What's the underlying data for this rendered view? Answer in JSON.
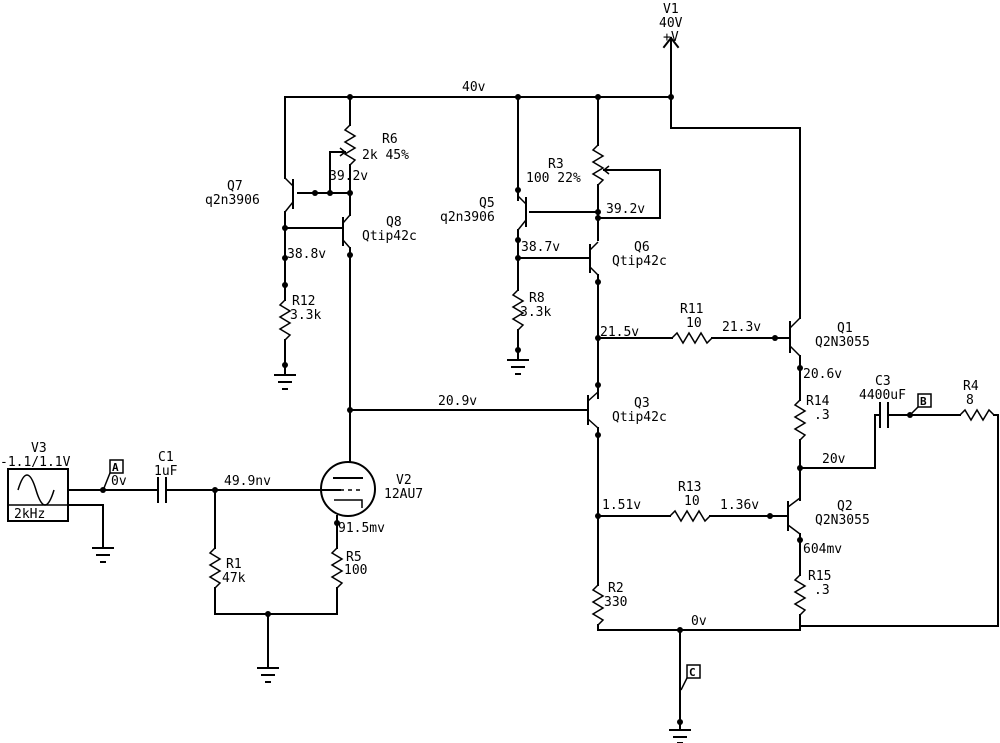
{
  "supply": {
    "name": "V1",
    "value": "40V",
    "sign": "+V"
  },
  "rail_label": "40v",
  "source": {
    "name": "V3",
    "value": "-1.1/1.1V",
    "freq": "2kHz"
  },
  "probes": {
    "a": "A",
    "b": "B",
    "c": "C"
  },
  "voltages": {
    "input": "0v",
    "grid": "49.9nv",
    "q8_base": "39.2v",
    "q7_col": "38.8v",
    "q6_base": "39.2v",
    "q5_col": "38.7v",
    "q3_col": "21.5v",
    "q1_base": "21.3v",
    "q3_base": "20.9v",
    "q1_emit": "20.6v",
    "output": "20v",
    "q3_emit": "1.51v",
    "q2_base": "1.36v",
    "cathode": "91.5mv",
    "q2_emit": "604mv",
    "ground": "0v"
  },
  "components": {
    "c1": {
      "name": "C1",
      "value": "1uF"
    },
    "r1": {
      "name": "R1",
      "value": "47k"
    },
    "r5": {
      "name": "R5",
      "value": "100"
    },
    "v2": {
      "name": "V2",
      "value": "12AU7"
    },
    "r6": {
      "name": "R6",
      "value": "2k 45%"
    },
    "q7": {
      "name": "Q7",
      "value": "q2n3906"
    },
    "q8": {
      "name": "Q8",
      "value": "Qtip42c"
    },
    "r12": {
      "name": "R12",
      "value": "3.3k"
    },
    "r3": {
      "name": "R3",
      "value": "100 22%"
    },
    "q5": {
      "name": "Q5",
      "value": "q2n3906"
    },
    "q6": {
      "name": "Q6",
      "value": "Qtip42c"
    },
    "r8": {
      "name": "R8",
      "value": "3.3k"
    },
    "r11": {
      "name": "R11",
      "value": "10"
    },
    "q1": {
      "name": "Q1",
      "value": "Q2N3055"
    },
    "q3": {
      "name": "Q3",
      "value": "Qtip42c"
    },
    "r14": {
      "name": "R14",
      "value": ".3"
    },
    "c3": {
      "name": "C3",
      "value": "4400uF"
    },
    "r4": {
      "name": "R4",
      "value": "8"
    },
    "r13": {
      "name": "R13",
      "value": "10"
    },
    "q2": {
      "name": "Q2",
      "value": "Q2N3055"
    },
    "r15": {
      "name": "R15",
      "value": ".3"
    },
    "r2": {
      "name": "R2",
      "value": "330"
    }
  }
}
